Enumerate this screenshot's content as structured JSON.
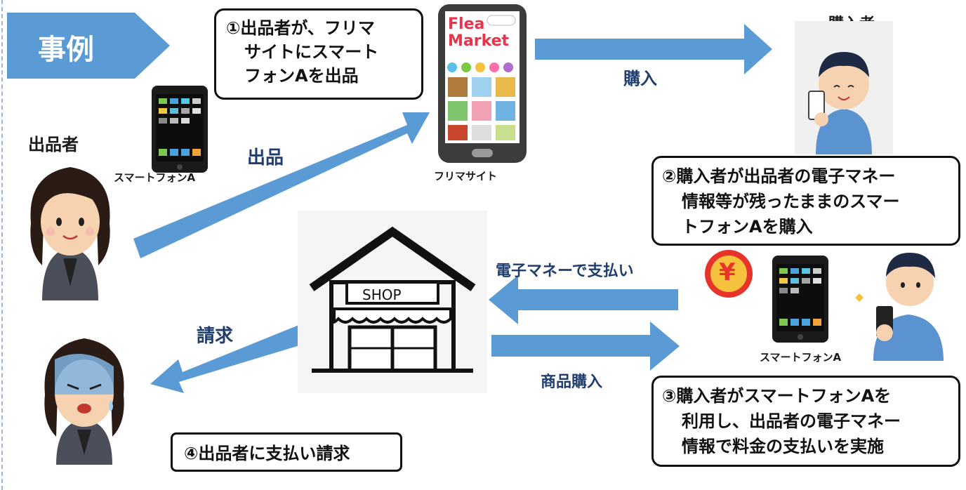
{
  "banner": {
    "title": "事例"
  },
  "callouts": {
    "step1": [
      "①出品者が、フリマ",
      "サイトにスマート",
      "フォンAを出品"
    ],
    "step2": [
      "②購入者が出品者の電子マネー",
      "情報等が残ったままのスマー",
      "トフォンAを購入"
    ],
    "step3": [
      "③購入者がスマートフォンAを",
      "利用し、出品者の電子マネー",
      "情報で料金の支払いを実施"
    ],
    "step4": [
      "④出品者に支払い請求"
    ]
  },
  "labels": {
    "seller": "出品者",
    "buyer": "購入者",
    "phone_a_top": "スマートフォンA",
    "phone_a_bottom": "スマートフォンA",
    "flea_site": "フリマサイト",
    "store": "店舗",
    "listing": "出品",
    "purchase": "購入",
    "emoney_payment": "電子マネーで支払い",
    "product_purchase": "商品購入",
    "billing": "請求"
  },
  "phone_screen": {
    "brand_line1": "Flea",
    "brand_line2": "Market"
  },
  "shop_sign": "SHOP",
  "currency_symbol": "¥",
  "colors": {
    "arrow": "#5b9bd5",
    "banner": "#5b9bd5",
    "label_blue": "#1f3e6e"
  }
}
